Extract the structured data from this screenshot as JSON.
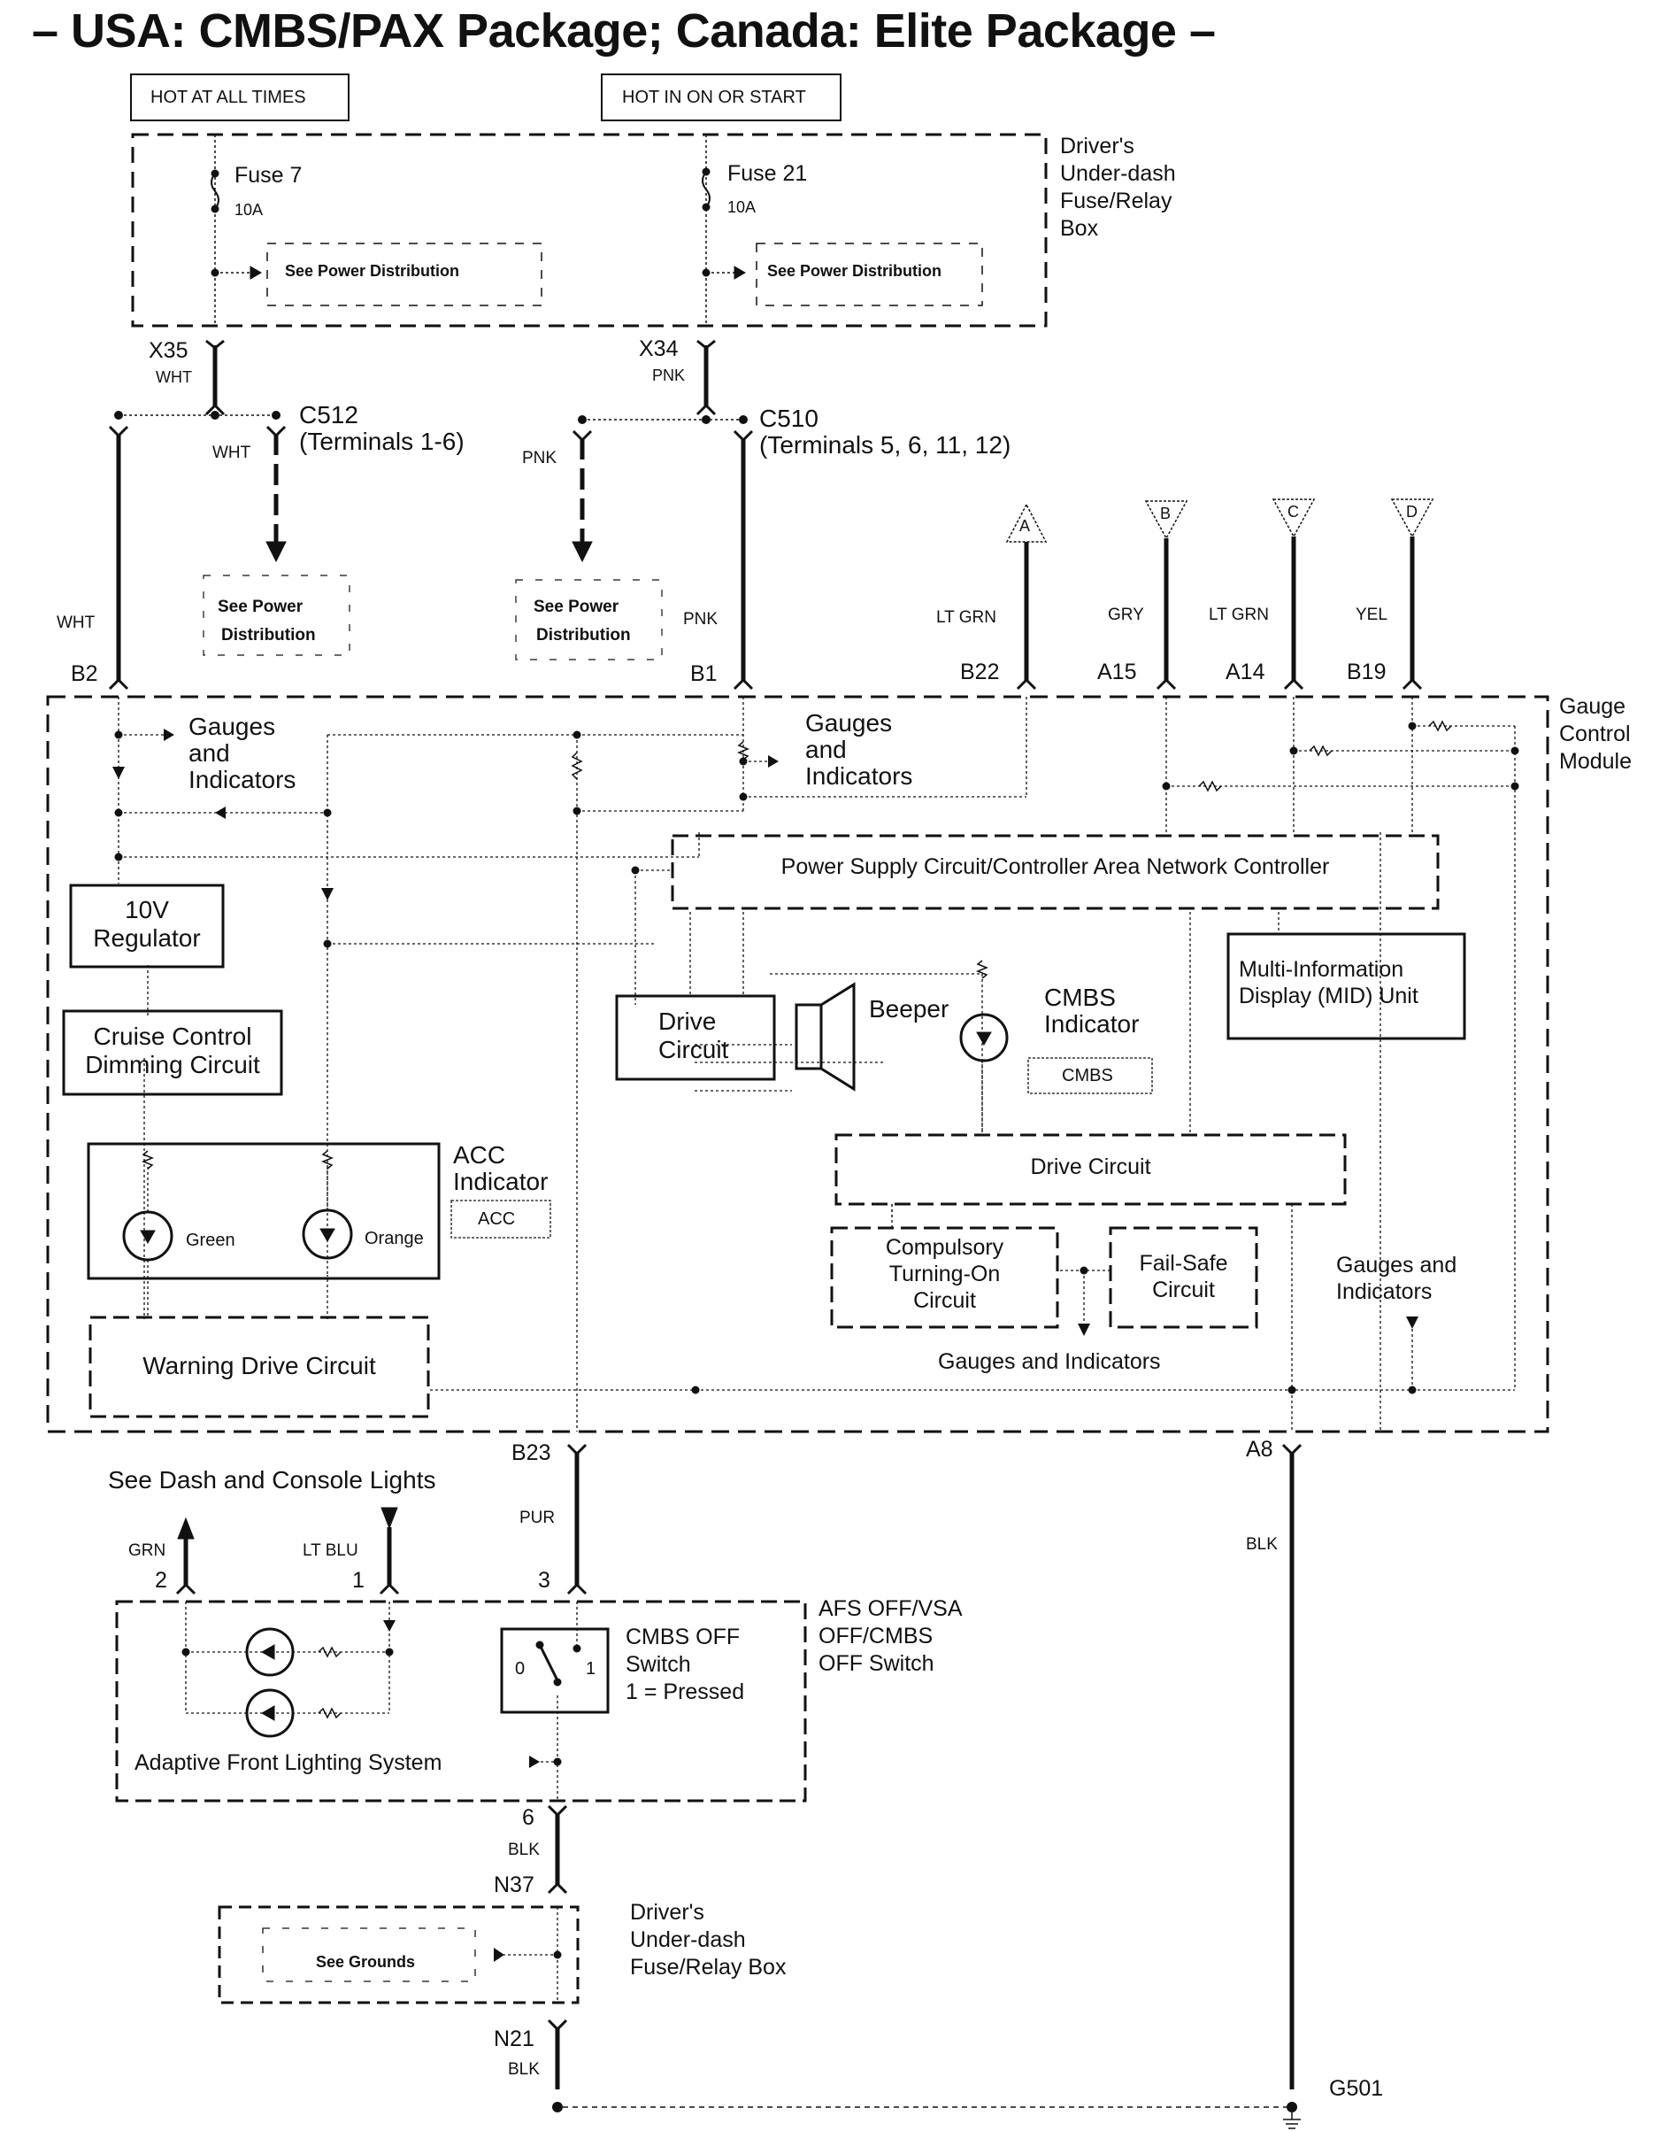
{
  "title": "– USA: CMBS/PAX Package; Canada: Elite Package –",
  "power": {
    "hot_at_all_times": "HOT AT ALL TIMES",
    "hot_in_on_or_start": "HOT IN ON OR START"
  },
  "fuse_box_top": {
    "label_lines": [
      "Driver's",
      "Under-dash",
      "Fuse/Relay",
      "Box"
    ],
    "fuses": [
      {
        "name": "Fuse 7",
        "rating": "10A",
        "see": "See Power Distribution",
        "connector": "X35",
        "wire": "WHT"
      },
      {
        "name": "Fuse 21",
        "rating": "10A",
        "see": "See Power Distribution",
        "connector": "X34",
        "wire": "PNK"
      }
    ]
  },
  "splices": {
    "c512": {
      "name": "C512",
      "terminals": "(Terminals 1-6)",
      "branch_wire": "WHT",
      "see_line1": "See Power",
      "see_line2": "Distribution",
      "trunk_wire": "WHT"
    },
    "c510": {
      "name": "C510",
      "terminals": "(Terminals 5, 6, 11, 12)",
      "branch_wire": "PNK",
      "see_line1": "See Power",
      "see_line2": "Distribution",
      "trunk_wire": "PNK"
    }
  },
  "gauge_module": {
    "label_lines": [
      "Gauge",
      "Control",
      "Module"
    ],
    "pins_top": [
      {
        "pin": "B2",
        "wire": "WHT"
      },
      {
        "pin": "B1",
        "wire": "PNK"
      },
      {
        "pin": "B22",
        "wire": "LT GRN",
        "flag": "A"
      },
      {
        "pin": "A15",
        "wire": "GRY",
        "flag": "B"
      },
      {
        "pin": "A14",
        "wire": "LT GRN",
        "flag": "C"
      },
      {
        "pin": "B19",
        "wire": "YEL",
        "flag": "D"
      }
    ],
    "gauges_1": [
      "Gauges",
      "and",
      "Indicators"
    ],
    "gauges_2": [
      "Gauges",
      "and",
      "Indicators"
    ],
    "regulator": [
      "10V",
      "Regulator"
    ],
    "cruise_dimming": [
      "Cruise Control",
      "Dimming Circuit"
    ],
    "acc_indicator": [
      "ACC",
      "Indicator"
    ],
    "acc_symbol": "ACC",
    "lamp_green": "Green",
    "lamp_orange": "Orange",
    "warning_drive": "Warning Drive Circuit",
    "power_supply": "Power Supply Circuit/Controller Area Network Controller",
    "drive_circuit_1": [
      "Drive",
      "Circuit"
    ],
    "beeper": "Beeper",
    "cmbs_indicator": [
      "CMBS",
      "Indicator"
    ],
    "cmbs_symbol": "CMBS",
    "mid": [
      "Multi-Information",
      "Display (MID) Unit"
    ],
    "drive_circuit_2": "Drive Circuit",
    "compulsory": [
      "Compulsory",
      "Turning-On",
      "Circuit"
    ],
    "fail_safe": [
      "Fail-Safe",
      "Circuit"
    ],
    "gauges_3": "Gauges and Indicators",
    "gauges_4": [
      "Gauges and",
      "Indicators"
    ],
    "pins_bottom": [
      {
        "pin": "B23",
        "wire": "PUR"
      },
      {
        "pin": "A8",
        "wire": "BLK"
      }
    ]
  },
  "switch_assembly": {
    "label_lines": [
      "AFS OFF/VSA",
      "OFF/CMBS",
      "OFF Switch"
    ],
    "see_dash": "See Dash and Console Lights",
    "pins": [
      {
        "pin": "2",
        "wire": "GRN"
      },
      {
        "pin": "1",
        "wire": "LT BLU"
      },
      {
        "pin": "3",
        "wire": "PUR"
      },
      {
        "pin": "6",
        "wire": "BLK"
      }
    ],
    "switch_label": [
      "CMBS OFF",
      "Switch",
      "1 = Pressed"
    ],
    "switch_pos_0": "0",
    "switch_pos_1": "1",
    "afs": "Adaptive Front Lighting System"
  },
  "fuse_box_bottom": {
    "label_lines": [
      "Driver's",
      "Under-dash",
      "Fuse/Relay Box"
    ],
    "see": "See Grounds",
    "pin_in": "N37",
    "pin_out": "N21",
    "wire_out": "BLK"
  },
  "ground": "G501"
}
